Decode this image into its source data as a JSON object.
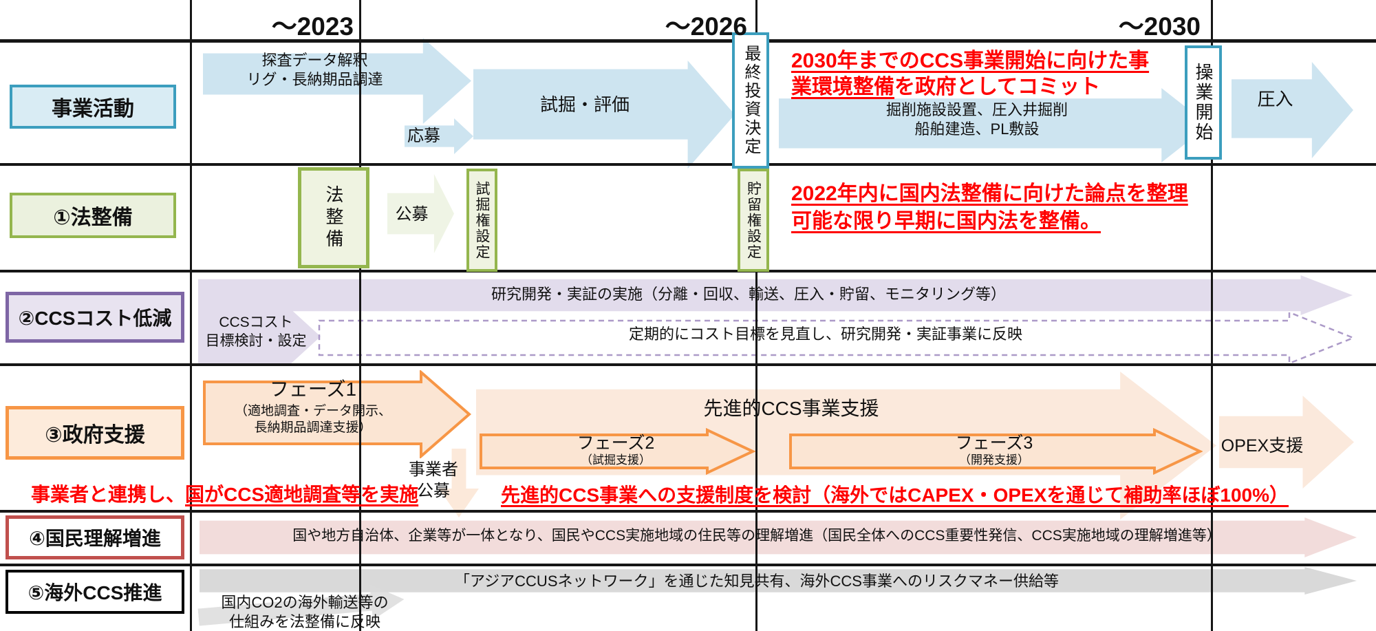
{
  "header": {
    "year1": "～2023",
    "year2": "～2026",
    "year3": "～2030"
  },
  "row1": {
    "label": "事業活動",
    "arrow_explore": "探査データ解釈\nリグ・長納期品調達",
    "apply": "応募",
    "arrow_appraisal": "試掘・評価",
    "fid_box": "最終投資決定",
    "note_line1": "2030年までのCCS事業開始に向けた事",
    "note_line2_underlined": "業環境整備",
    "note_line2_rest": "を政府としてコミット",
    "arrow_construction": "掘削施設設置、圧入井掘削\n船舶建造、PL敷設",
    "ops_box": "操業開始",
    "arrow_injection": "圧入"
  },
  "row2": {
    "label": "①法整備",
    "law_box": "法整備",
    "open_call": "公募",
    "pilot_right_box": "試掘権設定",
    "storage_right_box": "貯留権設定",
    "note_line1": "2022年内に国内法整備に向けた論点を整理",
    "note_line2": "可能な限り早期に国内法を整備。"
  },
  "row3": {
    "label": "②CCSコスト低減",
    "rd_arrow": "研究開発・実証の実施（分離・回収、輸送、圧入・貯留、モニタリング等）",
    "cost_target": "CCSコスト\n目標検討・設定",
    "review_arrow": "定期的にコスト目標を見直し、研究開発・実証事業に反映"
  },
  "row4": {
    "label": "③政府支援",
    "phase1_title": "フェーズ1",
    "phase1_sub": "（適地調査・データ開示、\n長納期品調達支援）",
    "operator_call": "事業者\n公募",
    "advanced_title": "先進的CCS事業支援",
    "phase2_title": "フェーズ2",
    "phase2_sub": "（試掘支援）",
    "phase3_title": "フェーズ3",
    "phase3_sub": "（開発支援）",
    "opex": "OPEX支援",
    "note_left_plain": "事業者と連携し、",
    "note_left_underlined": "国がCCS適地調査等を実施",
    "note_right": "先進的CCS事業への支援制度を検討（海外ではCAPEX・OPEXを通じて補助率ほぼ100%）"
  },
  "row5": {
    "label": "④国民理解増進",
    "arrow": "国や地方自治体、企業等が一体となり、国民やCCS実施地域の住民等の理解増進（国民全体へのCCS重要性発信、CCS実施地域の理解増進等）"
  },
  "row6": {
    "label": "⑤海外CCS推進",
    "arrow": "「アジアCCUSネットワーク」を通じた知見共有、海外CCS事業へのリスクマネー供給等",
    "note": "国内CO2の海外輸送等の\n仕組みを法整備に反映"
  },
  "colors": {
    "teal_border": "#3C9EBE",
    "teal_fill": "#D9ECF4",
    "blue_arrow": "#CDE4F0",
    "green_border": "#94B64E",
    "green_fill": "#EFF3E1",
    "purple_border": "#7E66A5",
    "purple_arrow": "#E2DCEC",
    "orange_border": "#F79646",
    "orange_fill": "#FBE5D3",
    "orange_light": "#FBE9DC",
    "dark_red_border": "#C0504D",
    "pink_arrow": "#F2DCDB",
    "gray_arrow": "#D9D9D9",
    "note_red": "#FF0000",
    "grid_black": "#161616"
  }
}
